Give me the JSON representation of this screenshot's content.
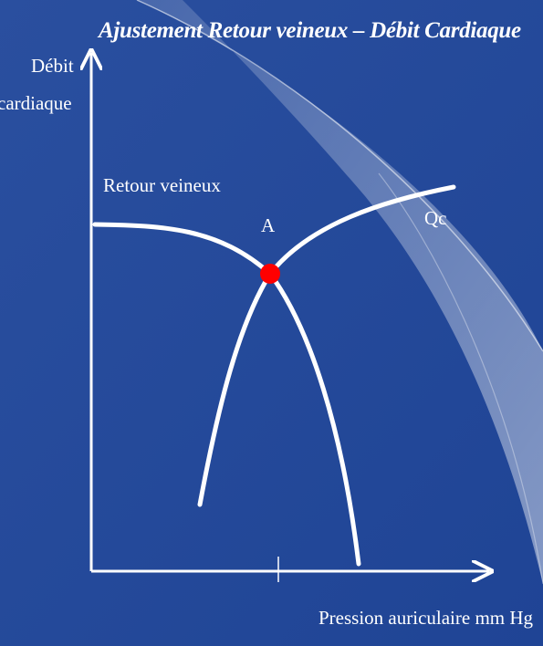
{
  "title": "Ajustement Retour veineux – Débit Cardiaque",
  "y_axis_label_line1": "Débit",
  "y_axis_label_line2": "cardiaque",
  "x_axis_label": "Pression auriculaire mm Hg",
  "curve_venous_return_label": "Retour veineux",
  "curve_cardiac_output_label": "Qc",
  "point_label": "A",
  "colors": {
    "background": "#24499a",
    "foreground": "#ffffff",
    "equilibrium_point": "#ff0000"
  }
}
